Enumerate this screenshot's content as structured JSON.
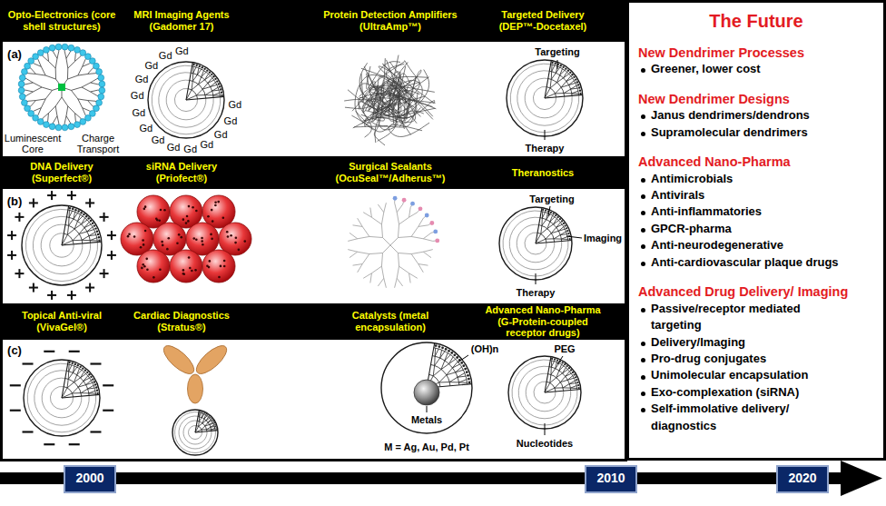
{
  "diagram": {
    "nodes": [
      {
        "text": [
          "Opto-Electronics (core shell structures)",
          "MRI Imaging Agents (Gadomer 17)",
          "Protein Detection Amplifiers (UltraAmp™)",
          "Targeted Delivery (DEP™-Docetaxel)"
        ]
      },
      {
        "text": [
          "DNA Delivery (Superfect®)",
          "siRNA Delivery (Priofect®)",
          "Surgical Sealants (OcuSeal™/Adherus™)",
          "Theranostics"
        ]
      },
      {
        "text": [
          "Topical Anti-viral (VivaGel®)",
          "Cardiac Diagnostics (Stratus®)",
          "Catalysts (metal encapsulation)",
          "Advanced Nano-Pharma (G-Protein-coupled receptor drugs)"
        ]
      },
      {
        "text": [
          "The Future",
          "New Dendrimer Processes",
          "Greener, lower cost",
          "New Dendrimer Designs",
          "Janus dendrimers/dendrons",
          "Supramolecular dendrimers",
          "Advanced Nano-Pharma",
          "Antimicrobials",
          "Antivirals",
          "Anti-inflammatories",
          "GPCR-pharma",
          "Anti-neurodegenerative",
          "Anti-cardiovascular plaque drugs",
          "Advanced Drug Delivery/ Imaging",
          "Passive/receptor mediated targeting",
          "Delivery/Imaging",
          "Pro-drug conjugates",
          "Unimolecular encapsulation",
          "Exo-complexation (siRNA)",
          "Self-immolative delivery/ diagnostics"
        ]
      },
      {
        "text": [
          "2000"
        ]
      },
      {
        "text": [
          "2010"
        ]
      },
      {
        "text": [
          "2020"
        ]
      }
    ],
    "labels": [
      "(a)",
      "Luminescent Core",
      "Charge Transport",
      "Gd",
      "Gd",
      "Gd",
      "Gd",
      "Gd",
      "Gd",
      "Gd",
      "Gd",
      "Gd",
      "Gd",
      "Gd",
      "Gd",
      "Gd",
      "Gd",
      "Targeting",
      "Therapy",
      "(b)",
      "Targeting",
      "Imaging",
      "Therapy",
      "(c)",
      "(OH)n",
      "Metals",
      "M = Ag, Au, Pd, Pt",
      "PEG",
      "Nucleotides"
    ]
  }
}
